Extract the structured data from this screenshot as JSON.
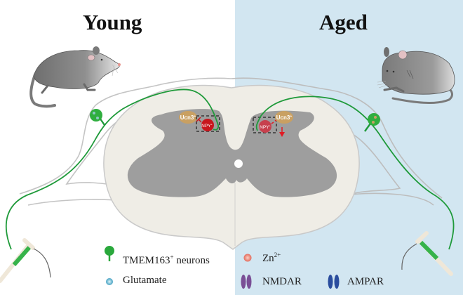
{
  "panels": {
    "left": {
      "title": "Young"
    },
    "right": {
      "title": "Aged"
    }
  },
  "cells": {
    "ucn3_label": "Ucn3",
    "ucn3_sup": "+",
    "npy_label": "NPY",
    "npy_sup": "+"
  },
  "legend": {
    "tmem163": {
      "label": "TMEM163",
      "sup": "+",
      "suffix": " neurons",
      "icon": "green-neuron-icon"
    },
    "glutamate": {
      "label": "Glutamate",
      "icon": "blue-dot-icon"
    },
    "zinc": {
      "label": "Zn",
      "sup": "2+",
      "icon": "red-dot-icon"
    },
    "nmdar": {
      "label": "NMDAR",
      "icon": "purple-receptor-icon"
    },
    "ampar": {
      "label": "AMPAR",
      "icon": "blue-receptor-icon"
    }
  },
  "colors": {
    "aged_background": "#d2e6f1",
    "neuron_green": "#1f9a3a",
    "grey_matter": "#9e9e9e",
    "white_matter": "#efede6",
    "npy_red": "#c8161d",
    "npy_aged": "#c7404d",
    "ucn3": "#c9a062",
    "nmdar": "#7a4f96",
    "ampar": "#2a4d9e"
  }
}
